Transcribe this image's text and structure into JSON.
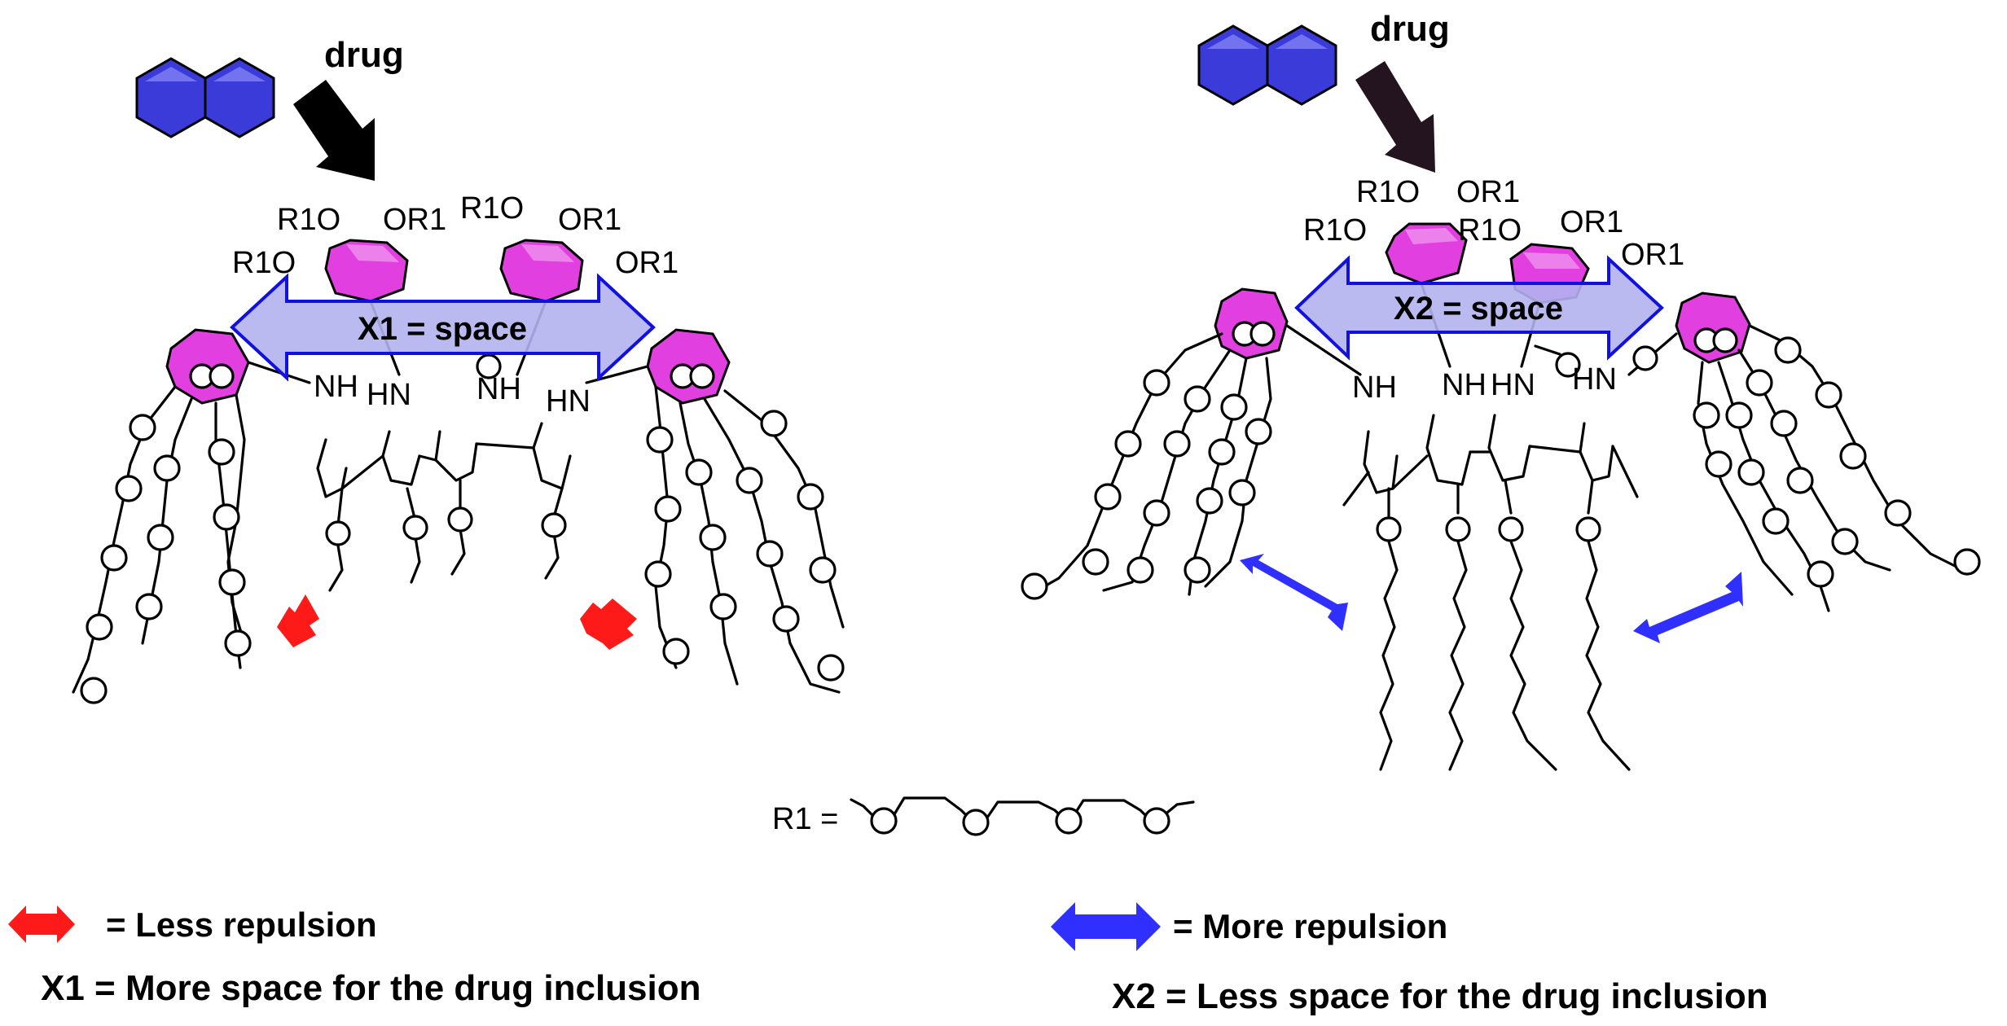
{
  "colors": {
    "drug_ring": "#3b3bd9",
    "glucose_ring": "#e23fe0",
    "space_arrow_fill": "#b3b3ef",
    "space_arrow_stroke": "#1010e0",
    "less_repulsion": "#ff1a1a",
    "more_repulsion": "#2f2fff",
    "drug_arrow_left": "#000000",
    "drug_arrow_right": "#241420"
  },
  "icons": {
    "drug": "naphthalene-icon",
    "less_repulsion": "red-double-arrow-icon",
    "more_repulsion": "blue-double-arrow-icon"
  },
  "left": {
    "drug_label": "drug",
    "space_label": "X1 = space",
    "amine_labels": [
      "NH",
      "HN",
      "NH",
      "HN"
    ],
    "r1o_labels": [
      "R1O",
      "OR1",
      "R1O",
      "OR1",
      "R1O",
      "OR1"
    ]
  },
  "right": {
    "drug_label": "drug",
    "space_label": "X2 = space",
    "amine_labels": [
      "NH",
      "NH",
      "HN",
      "HN"
    ],
    "r1o_labels": [
      "R1O",
      "OR1",
      "R1O",
      "R1O",
      "OR1",
      "OR1"
    ]
  },
  "r1_definition": "R1 =",
  "legend": {
    "less_repulsion": "= Less repulsion",
    "more_repulsion": "= More repulsion",
    "x1_note": "X1 = More space for the drug inclusion",
    "x2_note": "X2 = Less space for the drug inclusion"
  }
}
